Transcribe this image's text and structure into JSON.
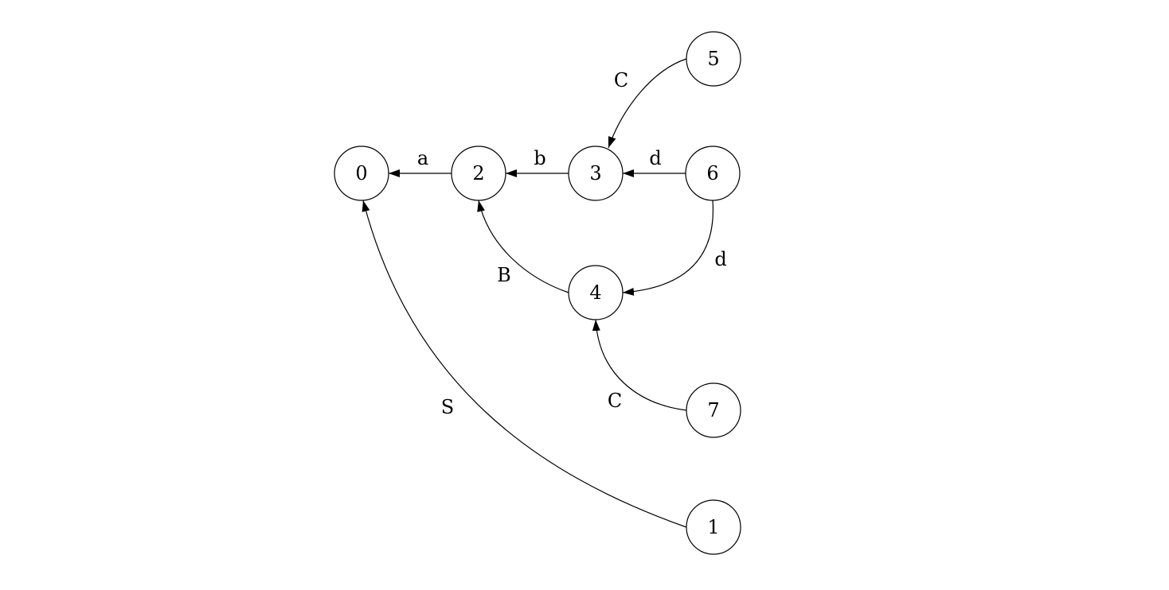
{
  "nodes": [
    {
      "id": "0",
      "label": "0"
    },
    {
      "id": "2",
      "label": "2"
    },
    {
      "id": "3",
      "label": "3"
    },
    {
      "id": "6",
      "label": "6"
    },
    {
      "id": "5",
      "label": "5"
    },
    {
      "id": "4",
      "label": "4"
    },
    {
      "id": "7",
      "label": "7"
    },
    {
      "id": "1",
      "label": "1"
    }
  ],
  "edges": [
    {
      "from": "2",
      "to": "0",
      "label": "a"
    },
    {
      "from": "3",
      "to": "2",
      "label": "b"
    },
    {
      "from": "6",
      "to": "3",
      "label": "d"
    },
    {
      "from": "5",
      "to": "3",
      "label": "C"
    },
    {
      "from": "6",
      "to": "4",
      "label": "d"
    },
    {
      "from": "4",
      "to": "2",
      "label": "B"
    },
    {
      "from": "7",
      "to": "4",
      "label": "C"
    },
    {
      "from": "1",
      "to": "0",
      "label": "S"
    }
  ]
}
